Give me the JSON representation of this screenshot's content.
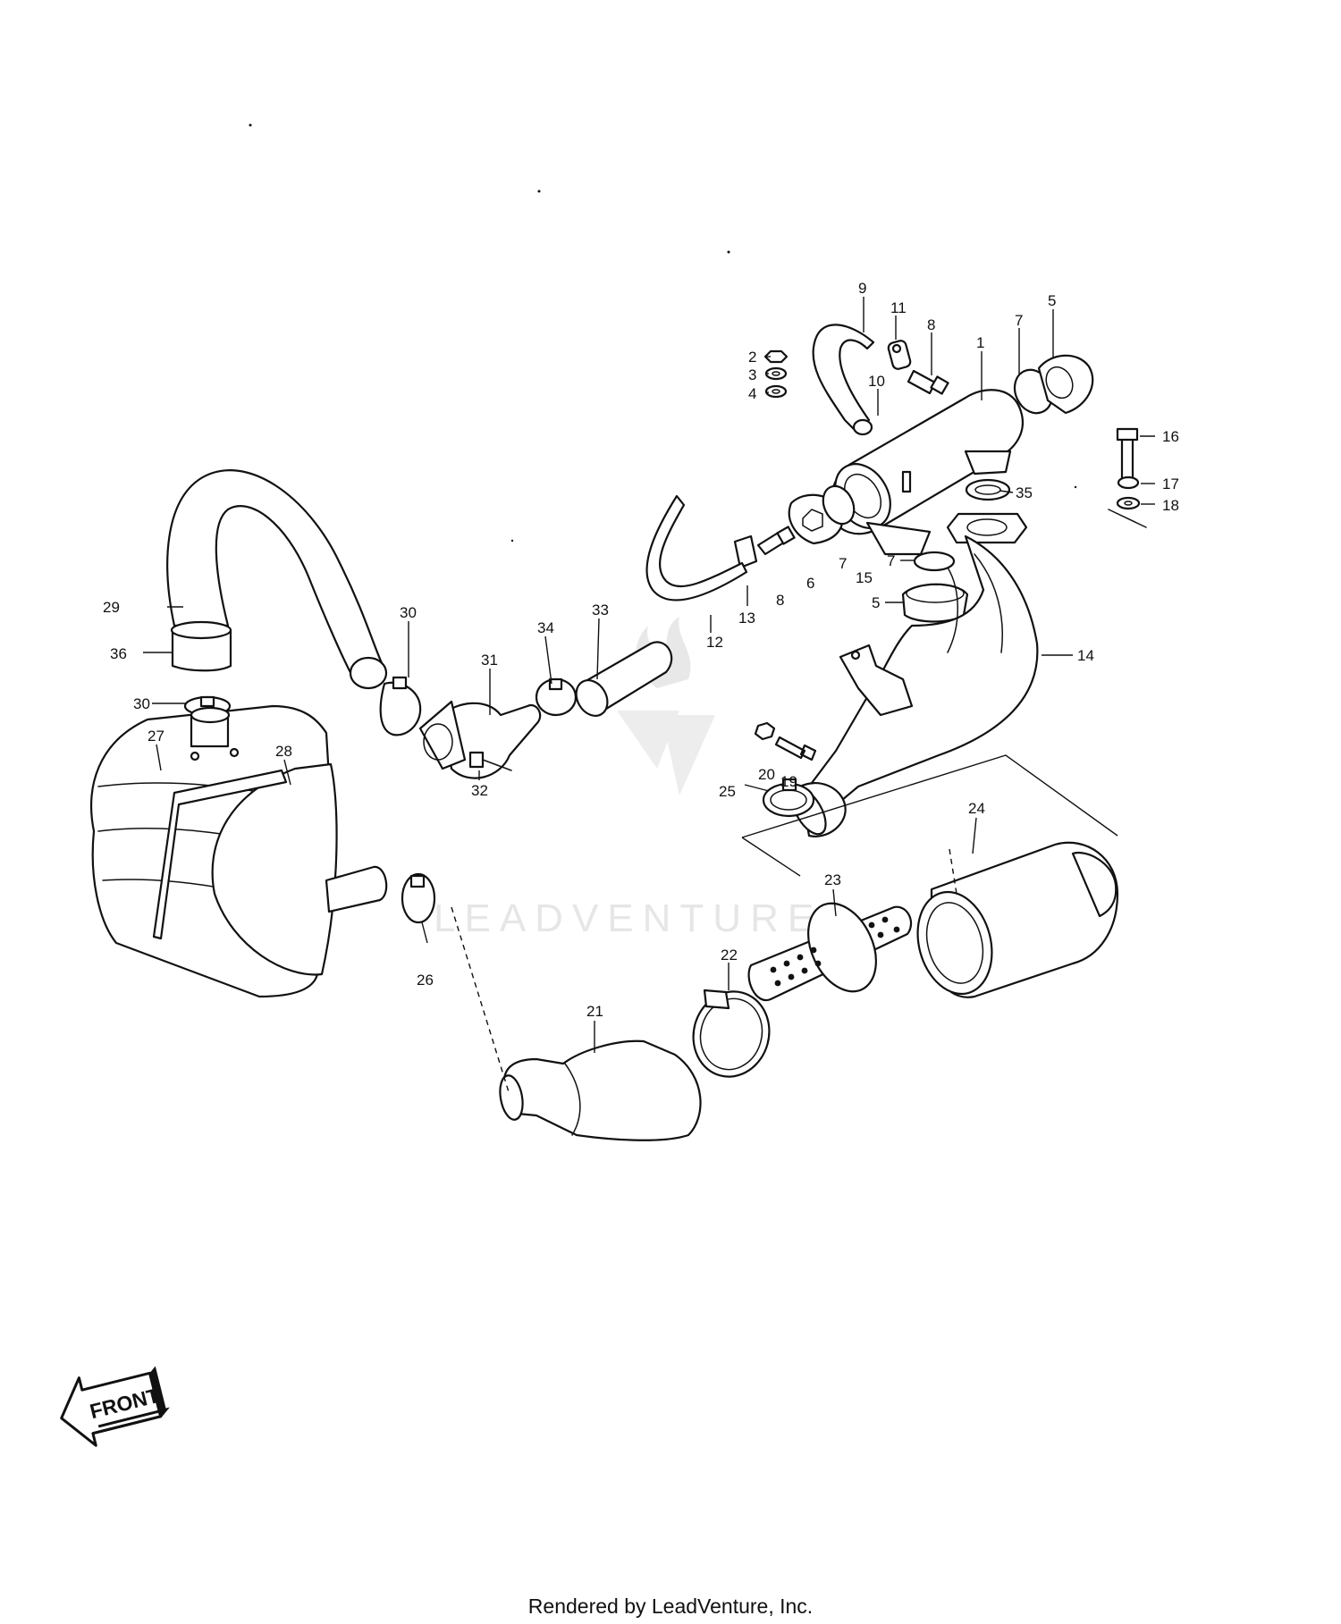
{
  "callouts": [
    "1",
    "2",
    "3",
    "4",
    "5",
    "5",
    "6",
    "7",
    "7",
    "7",
    "8",
    "8",
    "9",
    "10",
    "11",
    "12",
    "13",
    "14",
    "15",
    "16",
    "17",
    "18",
    "19",
    "20",
    "21",
    "22",
    "23",
    "24",
    "25",
    "26",
    "27",
    "28",
    "29",
    "30",
    "30",
    "31",
    "32",
    "33",
    "34",
    "35",
    "36"
  ],
  "watermark": "LEADVENTURE",
  "front_label": "FRONT",
  "footer": "Rendered by LeadVenture, Inc."
}
